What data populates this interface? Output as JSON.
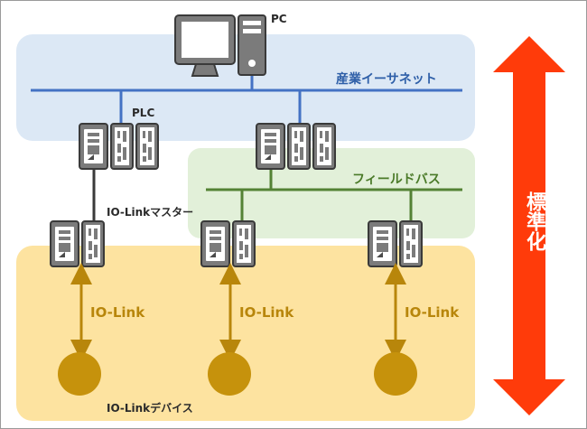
{
  "labels": {
    "pc": "PC",
    "industrial_ethernet": "産業イーサネット",
    "plc": "PLC",
    "fieldbus": "フィールドバス",
    "iolink_master": "IO-Linkマスター",
    "iolink_1": "IO-Link",
    "iolink_2": "IO-Link",
    "iolink_3": "IO-Link",
    "iolink_device": "IO-Linkデバイス",
    "standardization": "標準化"
  },
  "colors": {
    "ethernet_zone": "#dce8f5",
    "fieldbus_zone": "#e2f0d9",
    "iolink_zone": "#fde3a0",
    "ethernet_line": "#4472c4",
    "fieldbus_line": "#548235",
    "iolink_arrow": "#b8860b",
    "standard_arrow": "#ff3b0a"
  }
}
